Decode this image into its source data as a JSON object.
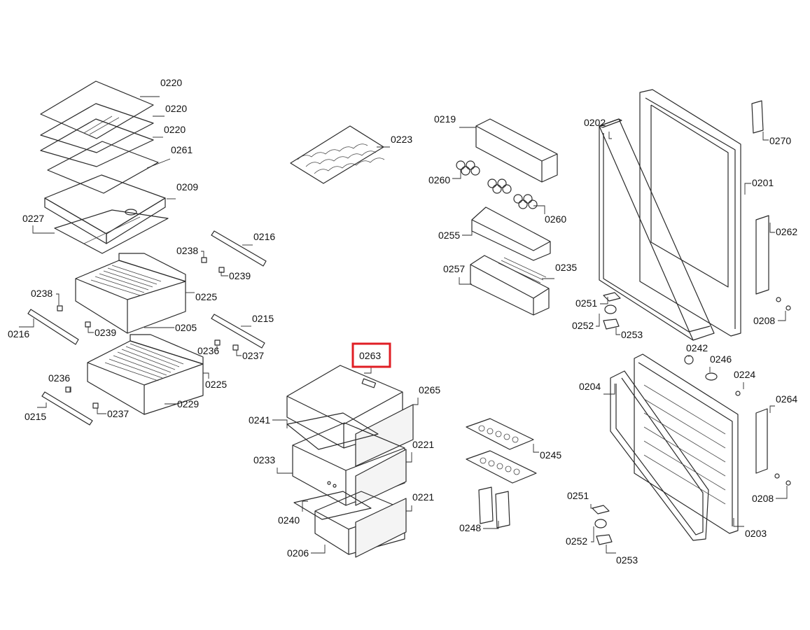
{
  "highlight_color": "#e01e24",
  "highlighted_part": "0263",
  "parts": [
    {
      "id": "p0220a",
      "label": "0220"
    },
    {
      "id": "p0220b",
      "label": "0220"
    },
    {
      "id": "p0220c",
      "label": "0220"
    },
    {
      "id": "p0261",
      "label": "0261"
    },
    {
      "id": "p0209",
      "label": "0209"
    },
    {
      "id": "p0227",
      "label": "0227"
    },
    {
      "id": "p0216a",
      "label": "0216"
    },
    {
      "id": "p0238a",
      "label": "0238"
    },
    {
      "id": "p0239a",
      "label": "0239"
    },
    {
      "id": "p0225a",
      "label": "0225"
    },
    {
      "id": "p0238b",
      "label": "0238"
    },
    {
      "id": "p0216b",
      "label": "0216"
    },
    {
      "id": "p0239b",
      "label": "0239"
    },
    {
      "id": "p0205",
      "label": "0205"
    },
    {
      "id": "p0215a",
      "label": "0215"
    },
    {
      "id": "p0236a",
      "label": "0236"
    },
    {
      "id": "p0237a",
      "label": "0237"
    },
    {
      "id": "p0225b",
      "label": "0225"
    },
    {
      "id": "p0236b",
      "label": "0236"
    },
    {
      "id": "p0229",
      "label": "0229"
    },
    {
      "id": "p0215b",
      "label": "0215"
    },
    {
      "id": "p0237b",
      "label": "0237"
    },
    {
      "id": "p0223",
      "label": "0223"
    },
    {
      "id": "p0263",
      "label": "0263"
    },
    {
      "id": "p0265",
      "label": "0265"
    },
    {
      "id": "p0241",
      "label": "0241"
    },
    {
      "id": "p0221a",
      "label": "0221"
    },
    {
      "id": "p0233",
      "label": "0233"
    },
    {
      "id": "p0221b",
      "label": "0221"
    },
    {
      "id": "p0240",
      "label": "0240"
    },
    {
      "id": "p0206",
      "label": "0206"
    },
    {
      "id": "p0219",
      "label": "0219"
    },
    {
      "id": "p0260a",
      "label": "0260"
    },
    {
      "id": "p0260b",
      "label": "0260"
    },
    {
      "id": "p0255",
      "label": "0255"
    },
    {
      "id": "p0257",
      "label": "0257"
    },
    {
      "id": "p0235",
      "label": "0235"
    },
    {
      "id": "p0245",
      "label": "0245"
    },
    {
      "id": "p0248",
      "label": "0248"
    },
    {
      "id": "p0202",
      "label": "0202"
    },
    {
      "id": "p0270",
      "label": "0270"
    },
    {
      "id": "p0201",
      "label": "0201"
    },
    {
      "id": "p0262",
      "label": "0262"
    },
    {
      "id": "p0251a",
      "label": "0251"
    },
    {
      "id": "p0252a",
      "label": "0252"
    },
    {
      "id": "p0253a",
      "label": "0253"
    },
    {
      "id": "p0208a",
      "label": "0208"
    },
    {
      "id": "p0242",
      "label": "0242"
    },
    {
      "id": "p0246",
      "label": "0246"
    },
    {
      "id": "p0224",
      "label": "0224"
    },
    {
      "id": "p0204",
      "label": "0204"
    },
    {
      "id": "p0264",
      "label": "0264"
    },
    {
      "id": "p0208b",
      "label": "0208"
    },
    {
      "id": "p0251b",
      "label": "0251"
    },
    {
      "id": "p0252b",
      "label": "0252"
    },
    {
      "id": "p0253b",
      "label": "0253"
    },
    {
      "id": "p0203",
      "label": "0203"
    }
  ]
}
